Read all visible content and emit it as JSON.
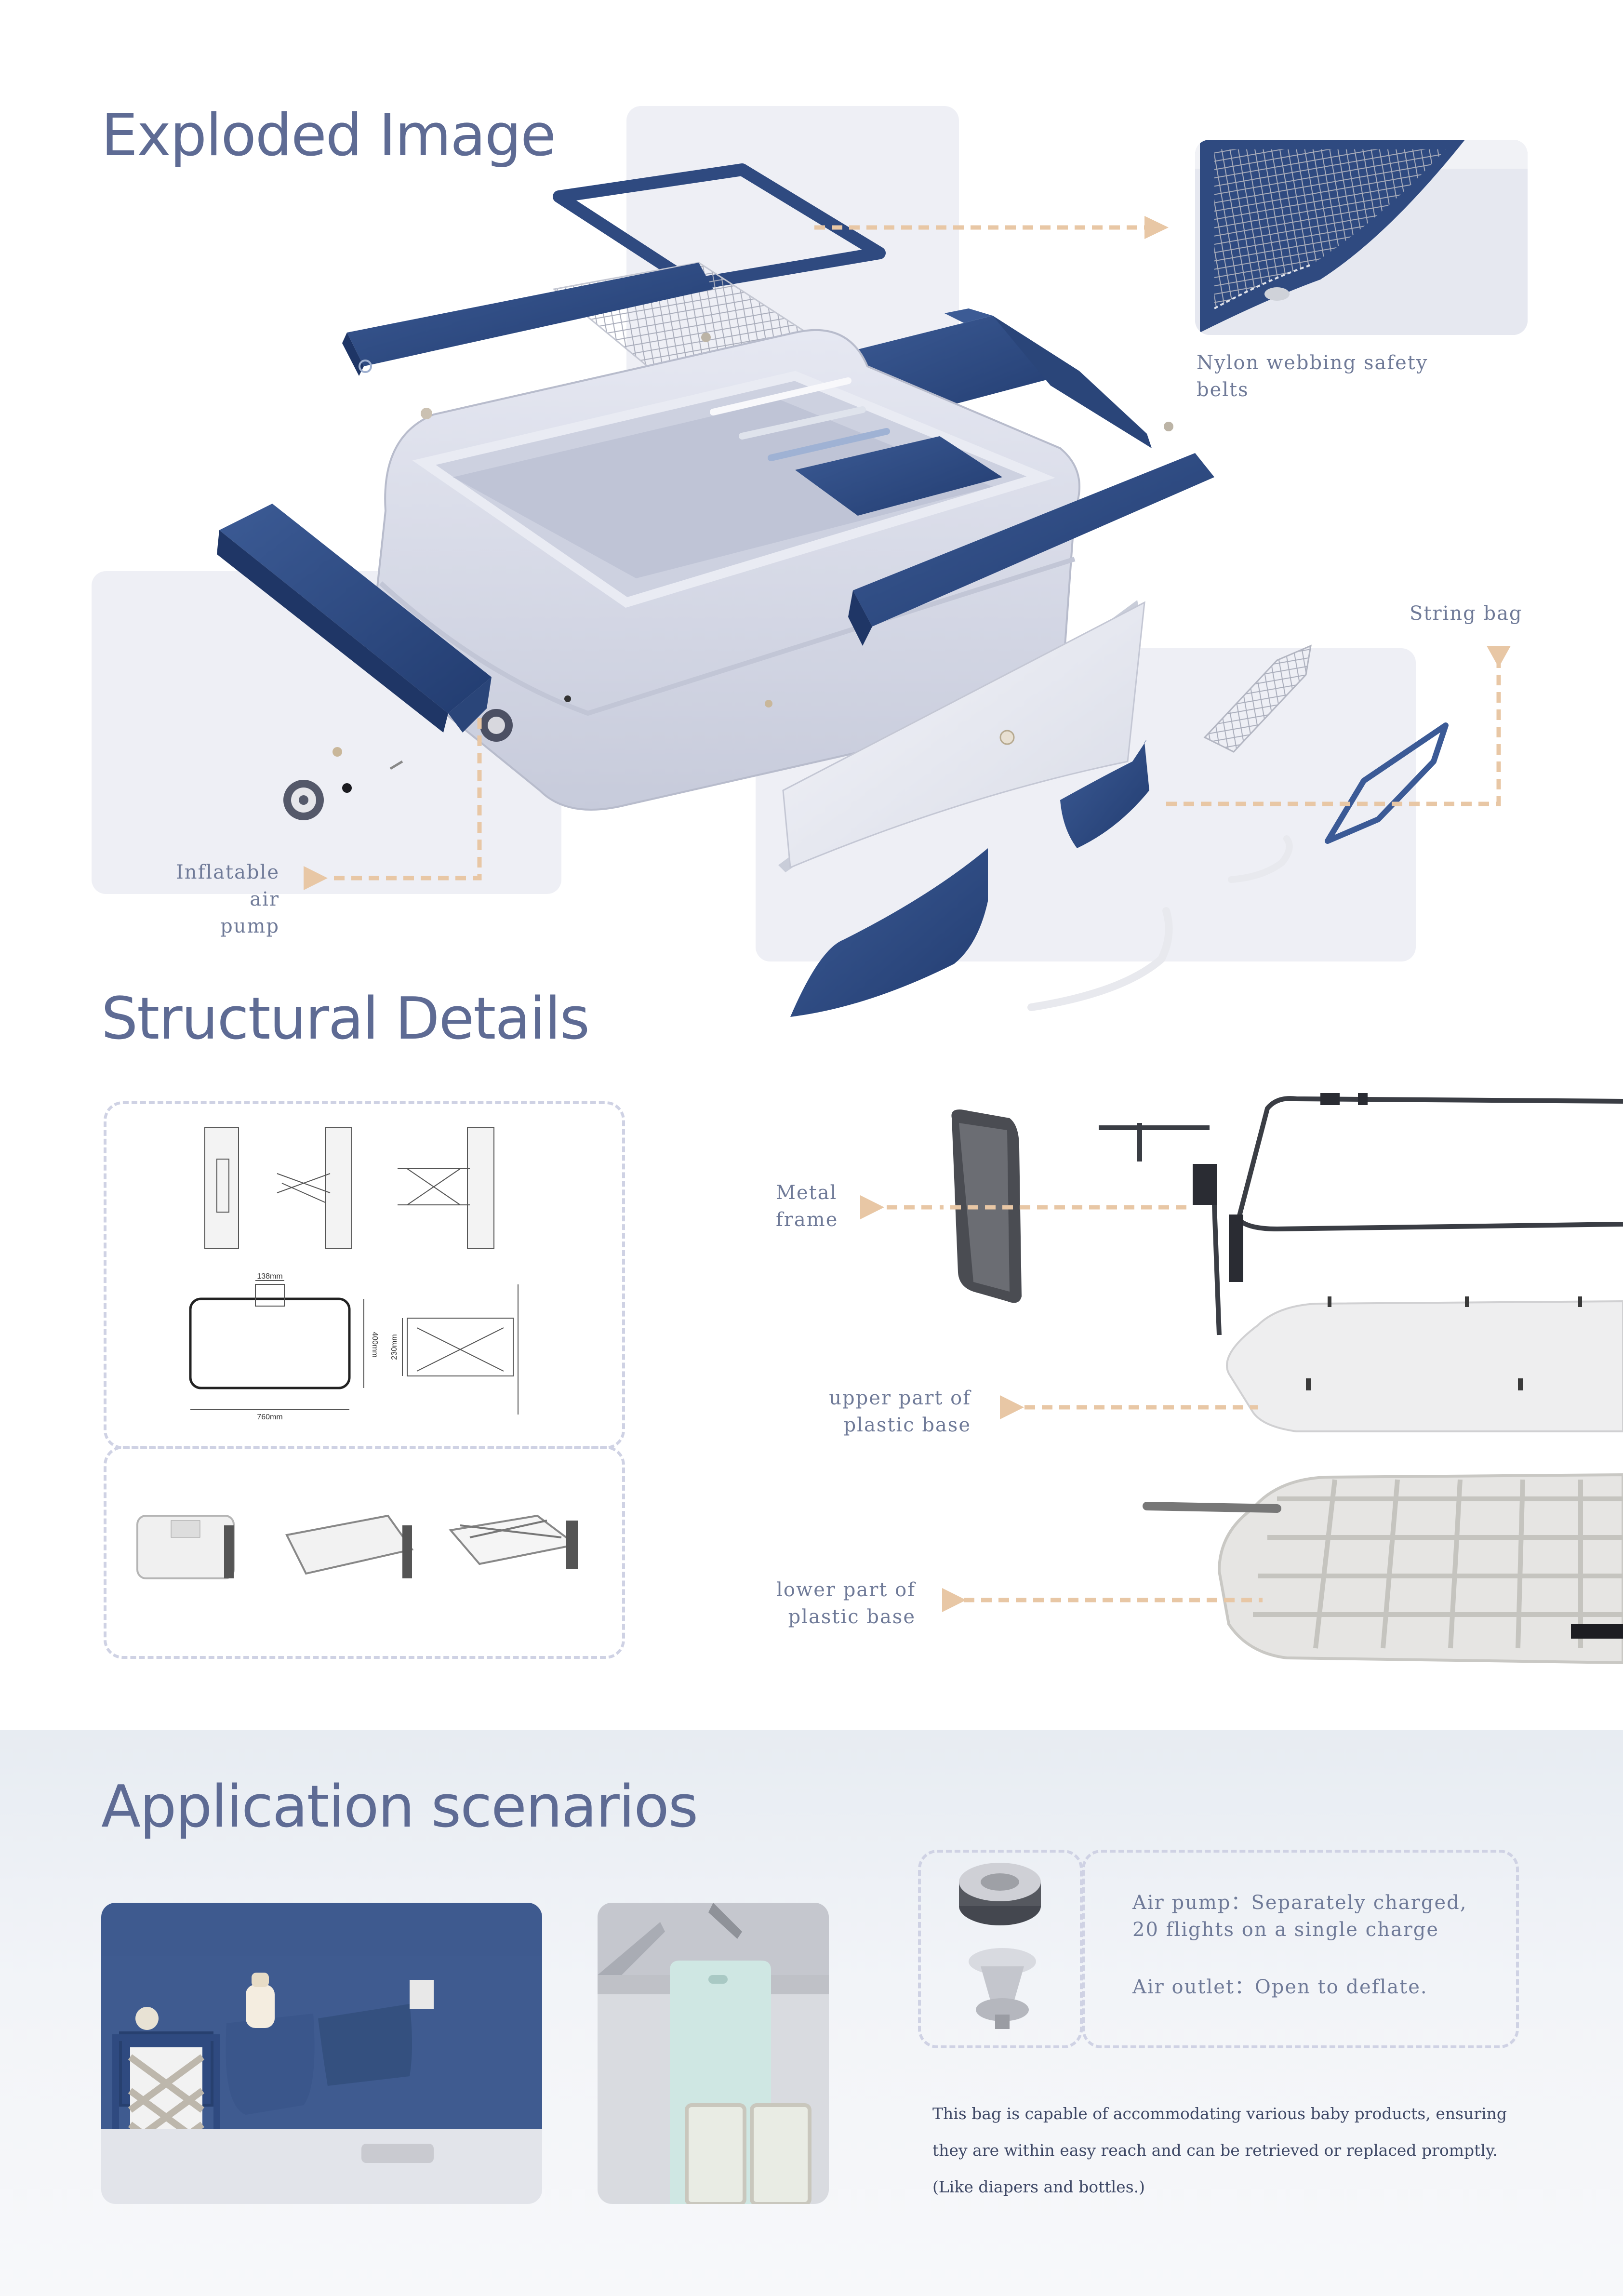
{
  "sections": {
    "exploded": "Exploded Image",
    "structural": "Structural Details",
    "application": "Application scenarios"
  },
  "exploded_labels": {
    "nylon_1": "Nylon webbing safety",
    "nylon_2": "belts",
    "string_bag": "String bag",
    "pump_1": "Inflatable air",
    "pump_2": "pump"
  },
  "structural_labels": {
    "metal_1": "Metal",
    "metal_2": "frame",
    "upper_1": "upper part of",
    "upper_2": "plastic base",
    "lower_1": "lower part of",
    "lower_2": "plastic base"
  },
  "dimensions": {
    "width": "760mm",
    "depth": "400mm",
    "handle": "138mm",
    "height": "230mm"
  },
  "features": {
    "pump_1": "Air pump：Separately charged,",
    "pump_2": "20 flights on a single charge",
    "outlet": "Air outlet：Open to deflate."
  },
  "description": {
    "line1": "This bag is capable of accommodating various baby products, ensuring",
    "line2": "they are within easy reach and can be retrieved or replaced promptly.",
    "line3": "(Like diapers and bottles.)"
  },
  "colors": {
    "title": "#5e6b94",
    "navy": "#2f4a80",
    "leader": "#e9c9a8",
    "inflatable": "#d9dce8",
    "panel": "#eeeff5"
  }
}
